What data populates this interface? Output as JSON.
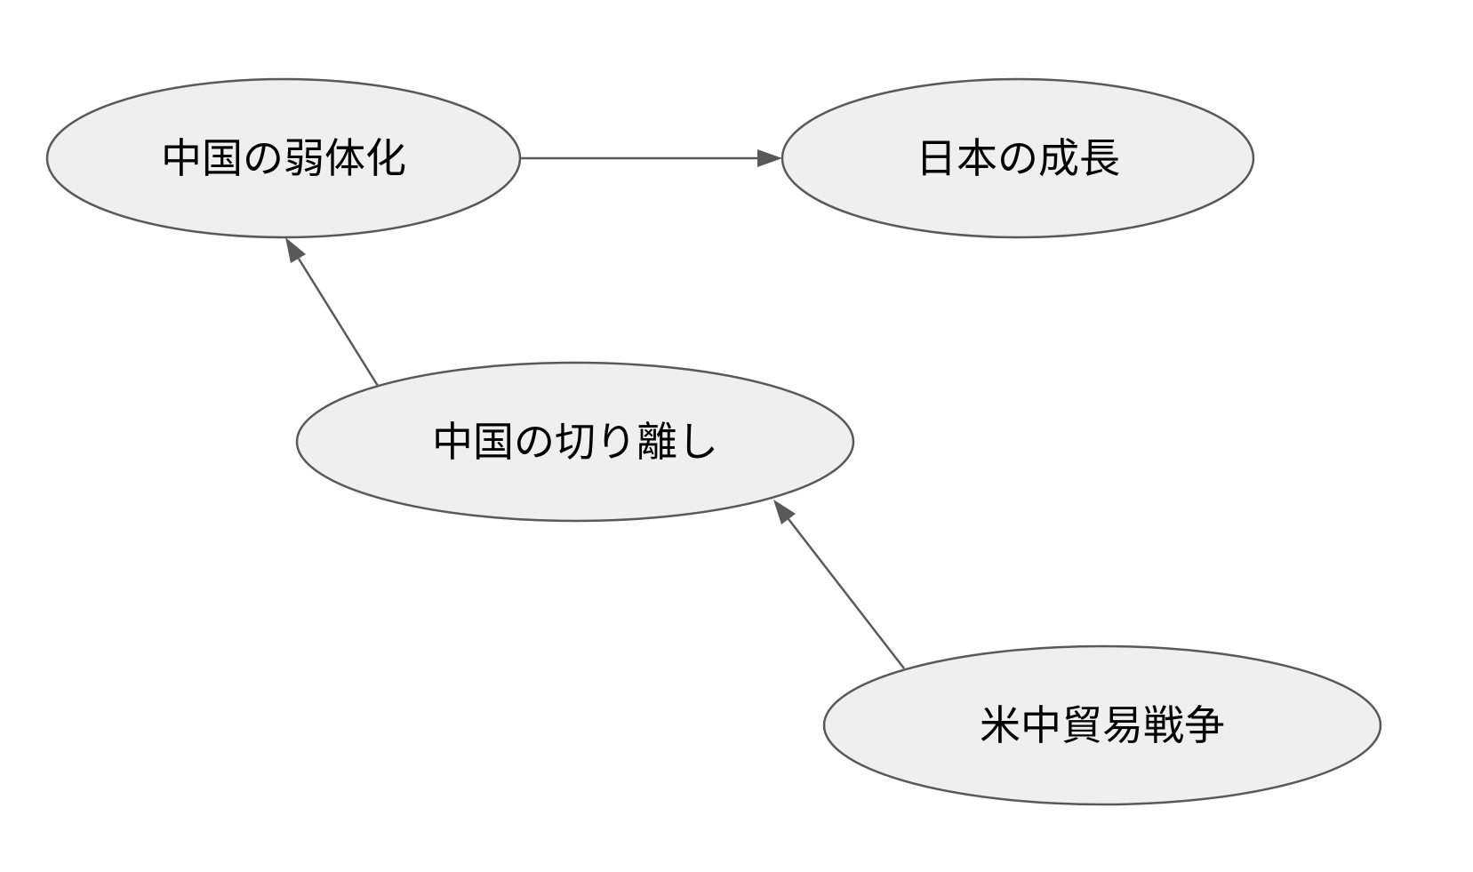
{
  "nodes": [
    {
      "id": "china-weakening",
      "label": "中国の弱体化"
    },
    {
      "id": "japan-growth",
      "label": "日本の成長"
    },
    {
      "id": "china-decoupling",
      "label": "中国の切り離し"
    },
    {
      "id": "us-china-trade-war",
      "label": "米中貿易戦争"
    }
  ],
  "edges": [
    {
      "from": "china-weakening",
      "to": "japan-growth"
    },
    {
      "from": "china-decoupling",
      "to": "china-weakening"
    },
    {
      "from": "us-china-trade-war",
      "to": "china-decoupling"
    }
  ],
  "colors": {
    "node_fill": "#efefef",
    "stroke": "#595959",
    "text": "#000000",
    "background": "#ffffff"
  }
}
